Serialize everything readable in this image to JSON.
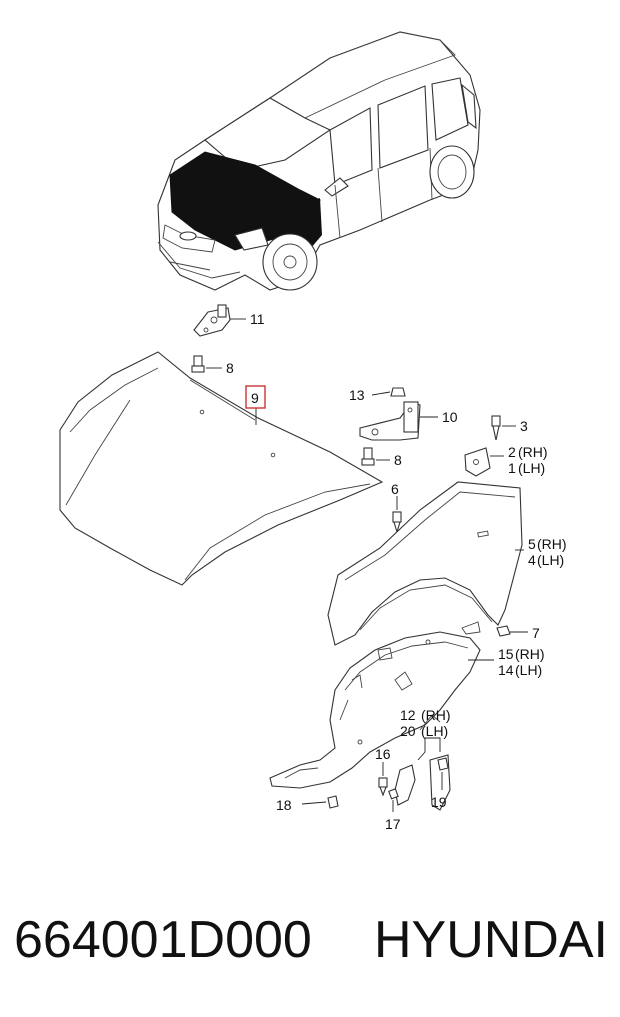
{
  "callouts": {
    "c11": "11",
    "c8a": "8",
    "c9": "9",
    "c13": "13",
    "c10": "10",
    "c8b": "8",
    "c3": "3",
    "c2": "2",
    "c2s": "(RH)",
    "c1": "1",
    "c1s": "(LH)",
    "c6": "6",
    "c5": "5",
    "c5s": "(RH)",
    "c4": "4",
    "c4s": "(LH)",
    "c7": "7",
    "c15": "15",
    "c15s": "(RH)",
    "c14": "14",
    "c14s": "(LH)",
    "c12": "12",
    "c12s": "(RH)",
    "c20": "20",
    "c20s": "(LH)",
    "c16": "16",
    "c18": "18",
    "c17": "17",
    "c19": "19"
  },
  "highlight_color": "#cc3333",
  "footer": {
    "part_number": "664001D000",
    "brand": "HYUNDAI"
  }
}
